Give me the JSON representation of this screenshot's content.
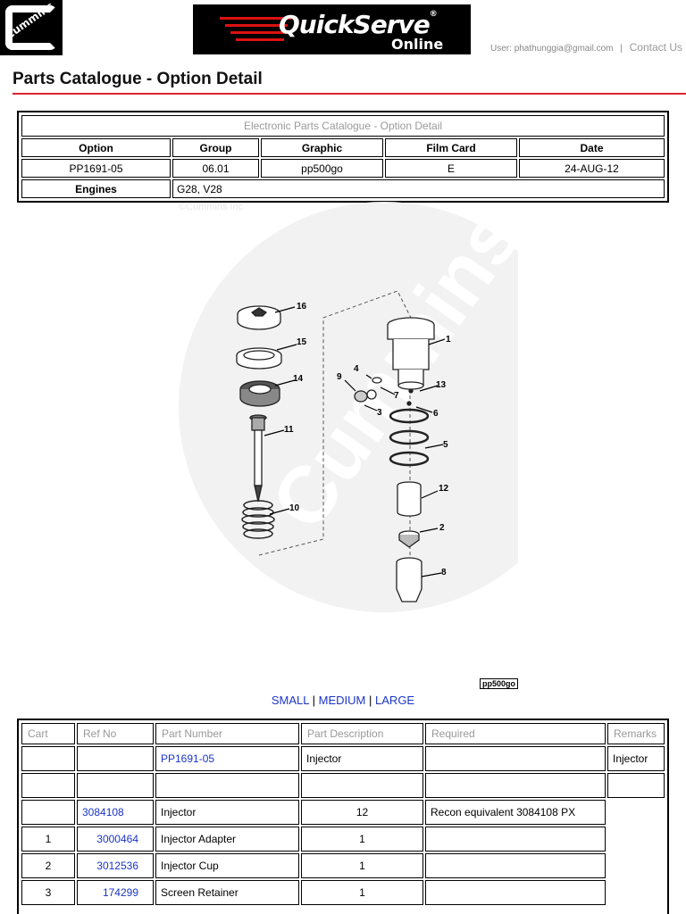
{
  "header": {
    "cummins_logo_text": "Cummins",
    "quickserve_name": "QuickServe",
    "quickserve_reg": "®",
    "quickserve_online": "Online",
    "user_label": "User:",
    "user_email": "phathunggia@gmail.com",
    "separator": "|",
    "contact_label": "Contact Us"
  },
  "page_title": "Parts Catalogue - Option Detail",
  "option_table": {
    "caption": "Electronic Parts Catalogue - Option Detail",
    "headers": [
      "Option",
      "Group",
      "Graphic",
      "Film Card",
      "Date"
    ],
    "row": [
      "PP1691-05",
      "06.01",
      "pp500go",
      "E",
      "24-AUG-12"
    ],
    "engines_label": "Engines",
    "engines_value": "G28, V28"
  },
  "diagram": {
    "copyright": "©Cummins Inc",
    "watermark": "Cummins",
    "graphic_label": "pp500go",
    "callouts": [
      "16",
      "15",
      "14",
      "11",
      "10",
      "1",
      "4",
      "9",
      "7",
      "13",
      "3",
      "6",
      "5",
      "12",
      "2",
      "8"
    ]
  },
  "sizes": {
    "small": "SMALL",
    "medium": "MEDIUM",
    "large": "LARGE",
    "sep": "|"
  },
  "parts_table": {
    "headers": [
      "Cart",
      "Ref No",
      "Part Number",
      "Part Description",
      "Required",
      "Remarks"
    ],
    "rows": [
      {
        "cart": "",
        "ref": "",
        "part": "PP1691-05",
        "desc": "Injector",
        "req": "",
        "remarks": "Injector"
      },
      {
        "cart": "",
        "ref": "",
        "part": "",
        "desc": "",
        "req": "",
        "remarks": ""
      },
      {
        "cart": "",
        "ref": "3084108",
        "part": "Injector",
        "desc": "12",
        "req": "Recon equivalent 3084108 PX",
        "remarks": ""
      },
      {
        "cart": "1",
        "ref": "3000464",
        "part": "Injector Adapter",
        "desc": "1",
        "req": "",
        "remarks": ""
      },
      {
        "cart": "2",
        "ref": "3012536",
        "part": "Injector Cup",
        "desc": "1",
        "req": "",
        "remarks": ""
      },
      {
        "cart": "3",
        "ref": "174299",
        "part": "Screen Retainer",
        "desc": "1",
        "req": "",
        "remarks": ""
      }
    ]
  }
}
